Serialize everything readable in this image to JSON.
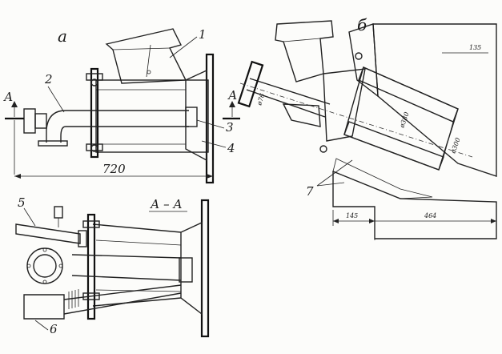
{
  "figure": {
    "view_a": {
      "label": "а",
      "section_mark": "А",
      "dimension_overall": "720",
      "callouts": [
        "1",
        "2",
        "3",
        "4"
      ]
    },
    "view_b": {
      "label": "б",
      "callout": "7",
      "dimension_left": "145",
      "dimension_bottom": "464",
      "dimension_top": "135",
      "pipe_dia": "ø76",
      "chamber_dia": "ø380",
      "exit_dia": "ø300"
    },
    "section_aa": {
      "title": "А – А",
      "callouts": [
        "5",
        "6"
      ]
    }
  },
  "colors": {
    "ink": "#1a1a1a",
    "paper": "#fcfcfa"
  }
}
